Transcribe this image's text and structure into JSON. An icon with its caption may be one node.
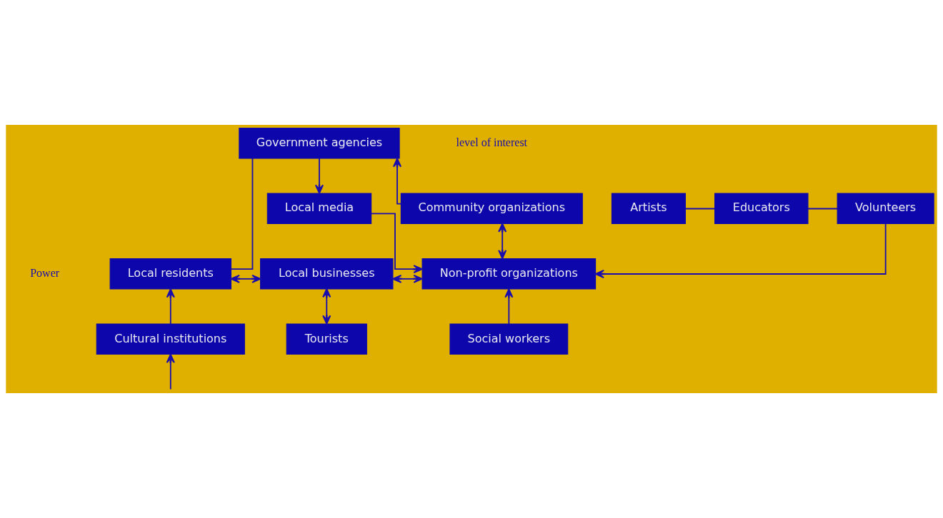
{
  "diagram": {
    "nodes": [
      {
        "text": [
          "Government agencies"
        ]
      },
      {
        "text": [
          "Local media"
        ]
      },
      {
        "text": [
          "Community organizations"
        ]
      },
      {
        "text": [
          "Local residents"
        ]
      },
      {
        "text": [
          "Local businesses"
        ]
      },
      {
        "text": [
          "Non-profit organizations"
        ]
      },
      {
        "text": [
          "Cultural institutions"
        ]
      },
      {
        "text": [
          "Tourists"
        ]
      },
      {
        "text": [
          "Social workers"
        ]
      },
      {
        "text": [
          "Artists"
        ]
      },
      {
        "text": [
          "Educators"
        ]
      },
      {
        "text": [
          "Volunteers"
        ]
      }
    ],
    "edges": [
      {
        "from": 3,
        "to": 0,
        "arrow": "none"
      },
      {
        "from": 0,
        "to": 1,
        "arrow": "to"
      },
      {
        "from": 2,
        "to": 0,
        "arrow": "to"
      },
      {
        "from": 1,
        "to": 5,
        "arrow": "to"
      },
      {
        "from": 2,
        "to": 5,
        "arrow": "both"
      },
      {
        "from": 3,
        "to": 4,
        "arrow": "both"
      },
      {
        "from": 4,
        "to": 5,
        "arrow": "both"
      },
      {
        "from": 4,
        "to": 7,
        "arrow": "both"
      },
      {
        "from": 6,
        "to": 3,
        "arrow": "to"
      },
      {
        "from": null,
        "to": 6,
        "arrow": "to"
      },
      {
        "from": 8,
        "to": 5,
        "arrow": "to"
      },
      {
        "from": 11,
        "to": 5,
        "arrow": "to"
      },
      {
        "from": 9,
        "to": 10,
        "arrow": "none"
      },
      {
        "from": 10,
        "to": 11,
        "arrow": "none"
      }
    ],
    "labels": [
      "level of interest",
      "Power"
    ]
  }
}
